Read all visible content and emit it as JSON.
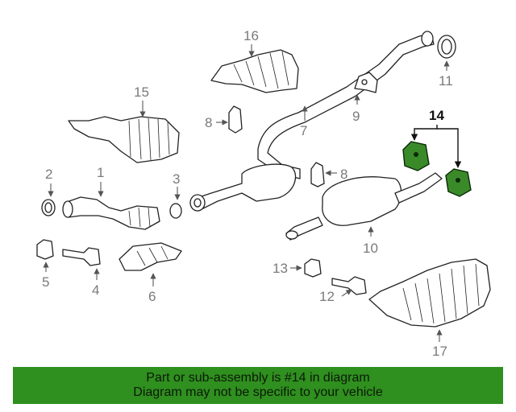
{
  "callouts": {
    "c1": "1",
    "c2": "2",
    "c3": "3",
    "c4": "4",
    "c5": "5",
    "c6": "6",
    "c7": "7",
    "c8a": "8",
    "c8b": "8",
    "c9": "9",
    "c10": "10",
    "c11": "11",
    "c12": "12",
    "c13": "13",
    "c14": "14",
    "c15": "15",
    "c16": "16",
    "c17": "17"
  },
  "colors": {
    "highlight": "#3a8a2a",
    "banner": "#2f8f1f"
  },
  "banner": {
    "line1": "Part or sub-assembly is #14 in diagram",
    "line2": "Diagram may not be specific to your vehicle"
  }
}
